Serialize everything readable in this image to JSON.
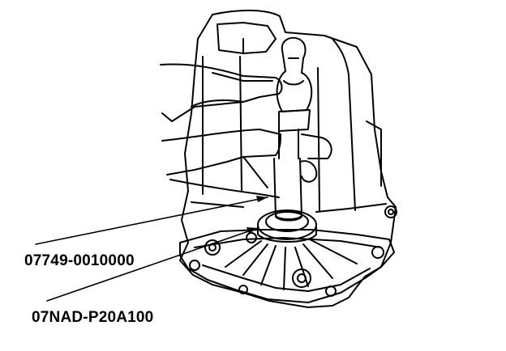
{
  "callouts": [
    {
      "id": "driver-attachment",
      "text": "07749-0010000"
    },
    {
      "id": "seal-driver-attachment",
      "text": "07NAD-P20A100"
    }
  ],
  "colors": {
    "ink": "#000000",
    "paper": "#ffffff"
  }
}
